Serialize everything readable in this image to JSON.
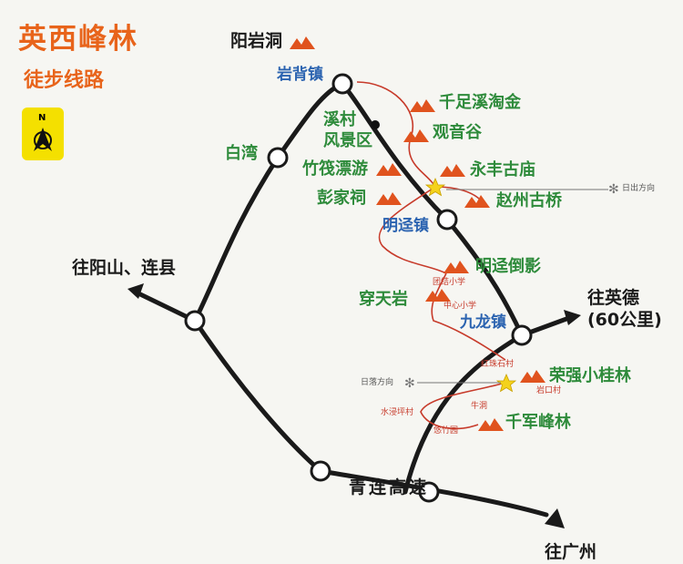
{
  "title": "英西峰林",
  "subtitle": "徒步线路",
  "compass_letter": "N",
  "places": {
    "yangyandong": "阳岩洞",
    "yanbeizhen": "岩背镇",
    "qianzuxi": "千足溪淘金",
    "guanyingu": "观音谷",
    "xicun": "溪村",
    "fengjingqu": "风景区",
    "baiwan": "白湾",
    "zhufa": "竹筏漂游",
    "yongfeng": "永丰古庙",
    "richu": "日出方向",
    "pengjiaci": "彭家祠",
    "zhaozhou": "赵州古桥",
    "mingjingzhen": "明迳镇",
    "yangshan": "往阳山、连县",
    "mingjingdaoying": "明迳倒影",
    "tuanjie": "团结小学",
    "chuantianyan": "穿天岩",
    "zhongxin": "中心小学",
    "jiulongzhen": "九龙镇",
    "yingde": "往英德",
    "yingde_dist": "(60公里)",
    "hongzhu": "红珠石村",
    "rongqiang": "荣强小桂林",
    "riluo": "日落方向",
    "yankou": "岩口村",
    "shuijin": "水浸坪村",
    "niudong": "牛洞",
    "qianjun": "千军峰林",
    "youzhuyuan": "悠竹园",
    "qinglian": "青连高速",
    "guangzhou": "往广州"
  },
  "colors": {
    "road": "#1a1a1a",
    "trail": "#c73b2b",
    "mountain": "#e0531e",
    "compass_bg": "#f4e000",
    "star": "#f4d21c"
  }
}
